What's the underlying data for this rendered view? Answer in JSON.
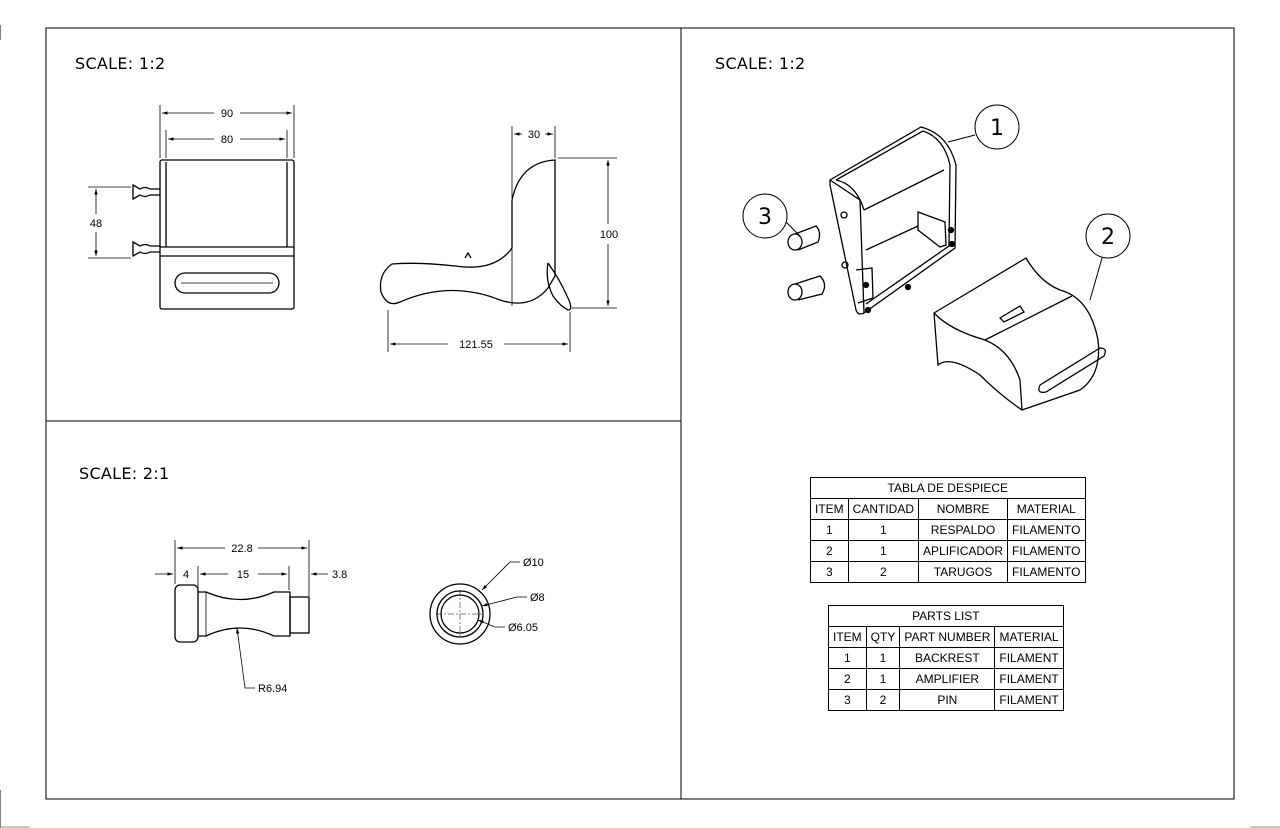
{
  "views": {
    "top_left_scale": "SCALE: 1:2",
    "right_scale": "SCALE: 1:2",
    "bottom_left_scale": "SCALE: 2:1"
  },
  "front_view_dims": {
    "width_outer": "90",
    "width_inner": "80",
    "height": "48"
  },
  "side_view_dims": {
    "top": "30",
    "height": "100",
    "length": "121.55"
  },
  "pin_dims": {
    "total": "22.8",
    "head": "4",
    "body": "15",
    "tip": "3.8",
    "radius": "R6.94"
  },
  "pin_end_dims": {
    "d1": "Ø10",
    "d2": "Ø8",
    "d3": "Ø6.05"
  },
  "callouts": {
    "c1": "1",
    "c2": "2",
    "c3": "3"
  },
  "tabla_despiece": {
    "title": "TABLA DE DESPIECE",
    "headers": [
      "ITEM",
      "CANTIDAD",
      "NOMBRE",
      "MATERIAL"
    ],
    "rows": [
      [
        "1",
        "1",
        "RESPALDO",
        "FILAMENTO"
      ],
      [
        "2",
        "1",
        "APLIFICADOR",
        "FILAMENTO"
      ],
      [
        "3",
        "2",
        "TARUGOS",
        "FILAMENTO"
      ]
    ]
  },
  "parts_list": {
    "title": "PARTS LIST",
    "headers": [
      "ITEM",
      "QTY",
      "PART NUMBER",
      "MATERIAL"
    ],
    "rows": [
      [
        "1",
        "1",
        "BACKREST",
        "FILAMENT"
      ],
      [
        "2",
        "1",
        "AMPLIFIER",
        "FILAMENT"
      ],
      [
        "3",
        "2",
        "PIN",
        "FILAMENT"
      ]
    ]
  }
}
